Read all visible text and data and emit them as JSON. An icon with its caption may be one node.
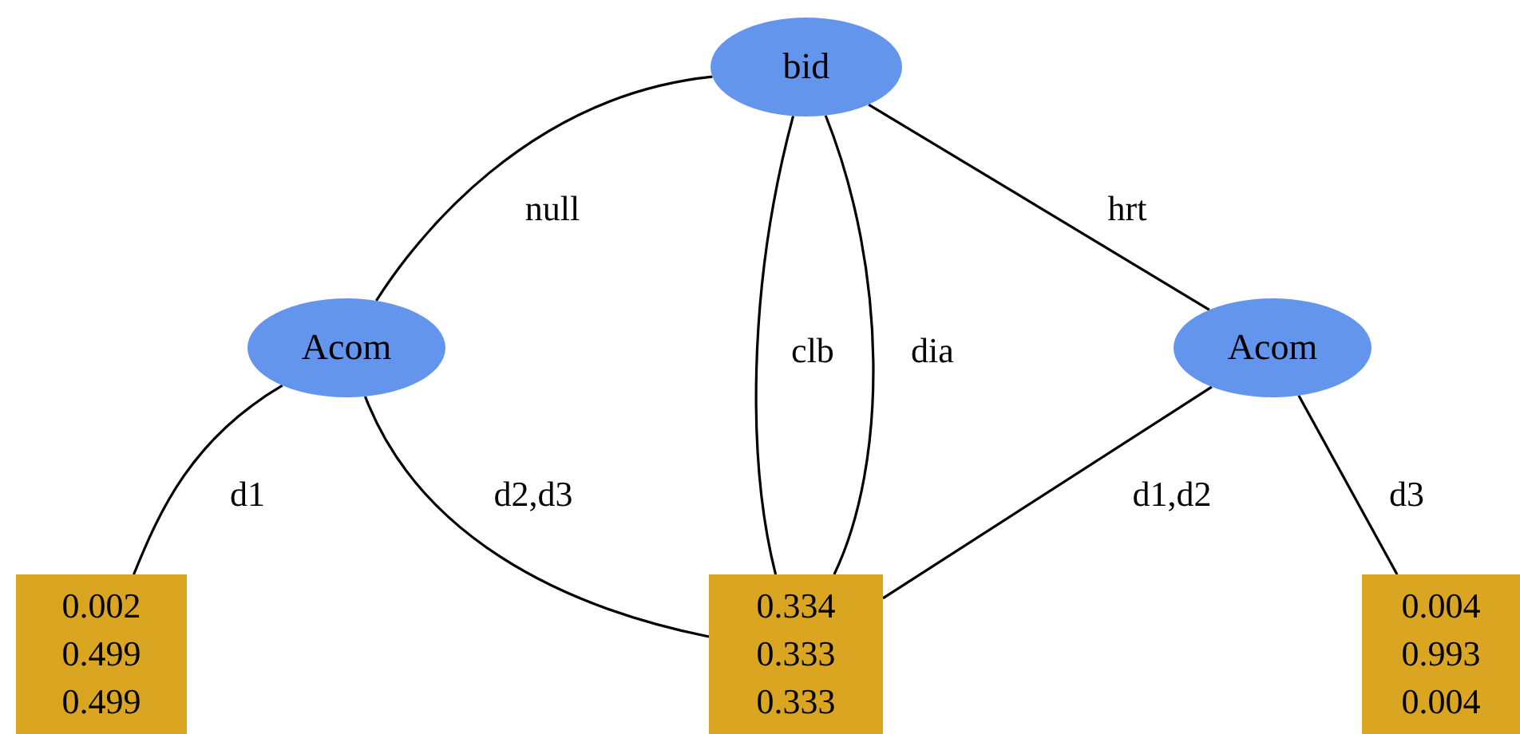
{
  "diagram": {
    "nodes": [
      {
        "text": [
          "bid"
        ]
      },
      {
        "text": [
          "Acom"
        ]
      },
      {
        "text": [
          "Acom"
        ]
      },
      {
        "text": [
          "0.002",
          "0.499",
          "0.499"
        ]
      },
      {
        "text": [
          "0.334",
          "0.333",
          "0.333"
        ]
      },
      {
        "text": [
          "0.004",
          "0.993",
          "0.004"
        ]
      }
    ],
    "edges": [
      {
        "from": 0,
        "to": 1,
        "arrow": "none",
        "label": "null"
      },
      {
        "from": 0,
        "to": 4,
        "arrow": "none",
        "label": "clb"
      },
      {
        "from": 0,
        "to": 4,
        "arrow": "none",
        "label": "dia"
      },
      {
        "from": 0,
        "to": 2,
        "arrow": "none",
        "label": "hrt"
      },
      {
        "from": 1,
        "to": 3,
        "arrow": "none",
        "label": "d1"
      },
      {
        "from": 1,
        "to": 4,
        "arrow": "none",
        "label": "d2,d3"
      },
      {
        "from": 2,
        "to": 4,
        "arrow": "none",
        "label": "d1,d2"
      },
      {
        "from": 2,
        "to": 5,
        "arrow": "none",
        "label": "d3"
      }
    ]
  }
}
